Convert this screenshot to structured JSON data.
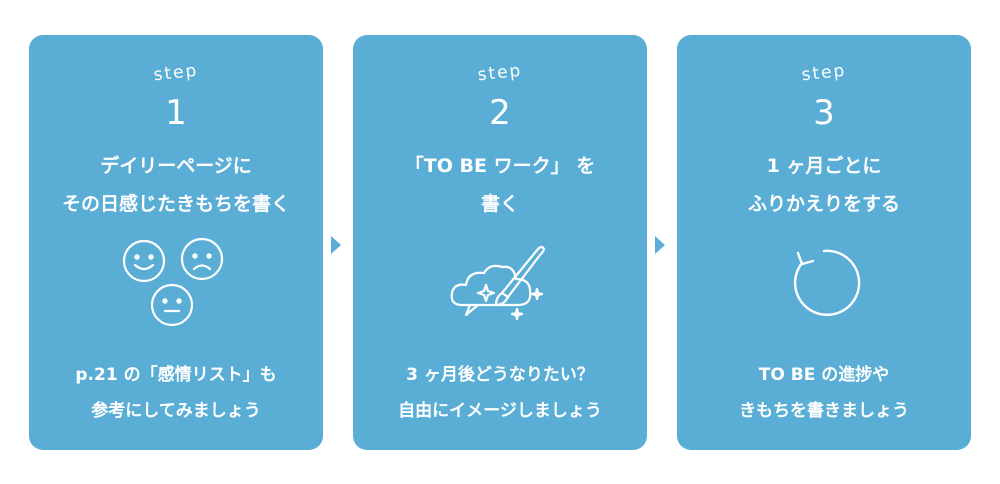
{
  "steps": [
    {
      "label": "step",
      "number": "1",
      "title_lines": [
        "デイリーページに",
        "その日感じたきもちを書く"
      ],
      "desc_lines": [
        "p.21 の「感情リスト」も",
        "参考にしてみましょう"
      ],
      "icon": "faces-icon"
    },
    {
      "label": "step",
      "number": "2",
      "title_lines": [
        "「TO BE ワーク」 を",
        "書く"
      ],
      "desc_lines": [
        "3 ヶ月後どうなりたい？",
        "自由にイメージしましょう"
      ],
      "icon": "paintbrush-cloud-icon"
    },
    {
      "label": "step",
      "number": "3",
      "title_lines": [
        "1 ヶ月ごとに",
        "ふりかえりをする"
      ],
      "desc_lines": [
        "TO BE の進捗や",
        "きもちを書きましょう"
      ],
      "icon": "refresh-icon"
    }
  ],
  "colors": {
    "card": "#5aaed6",
    "text": "#ffffff",
    "arrow": "#5aaed6"
  }
}
